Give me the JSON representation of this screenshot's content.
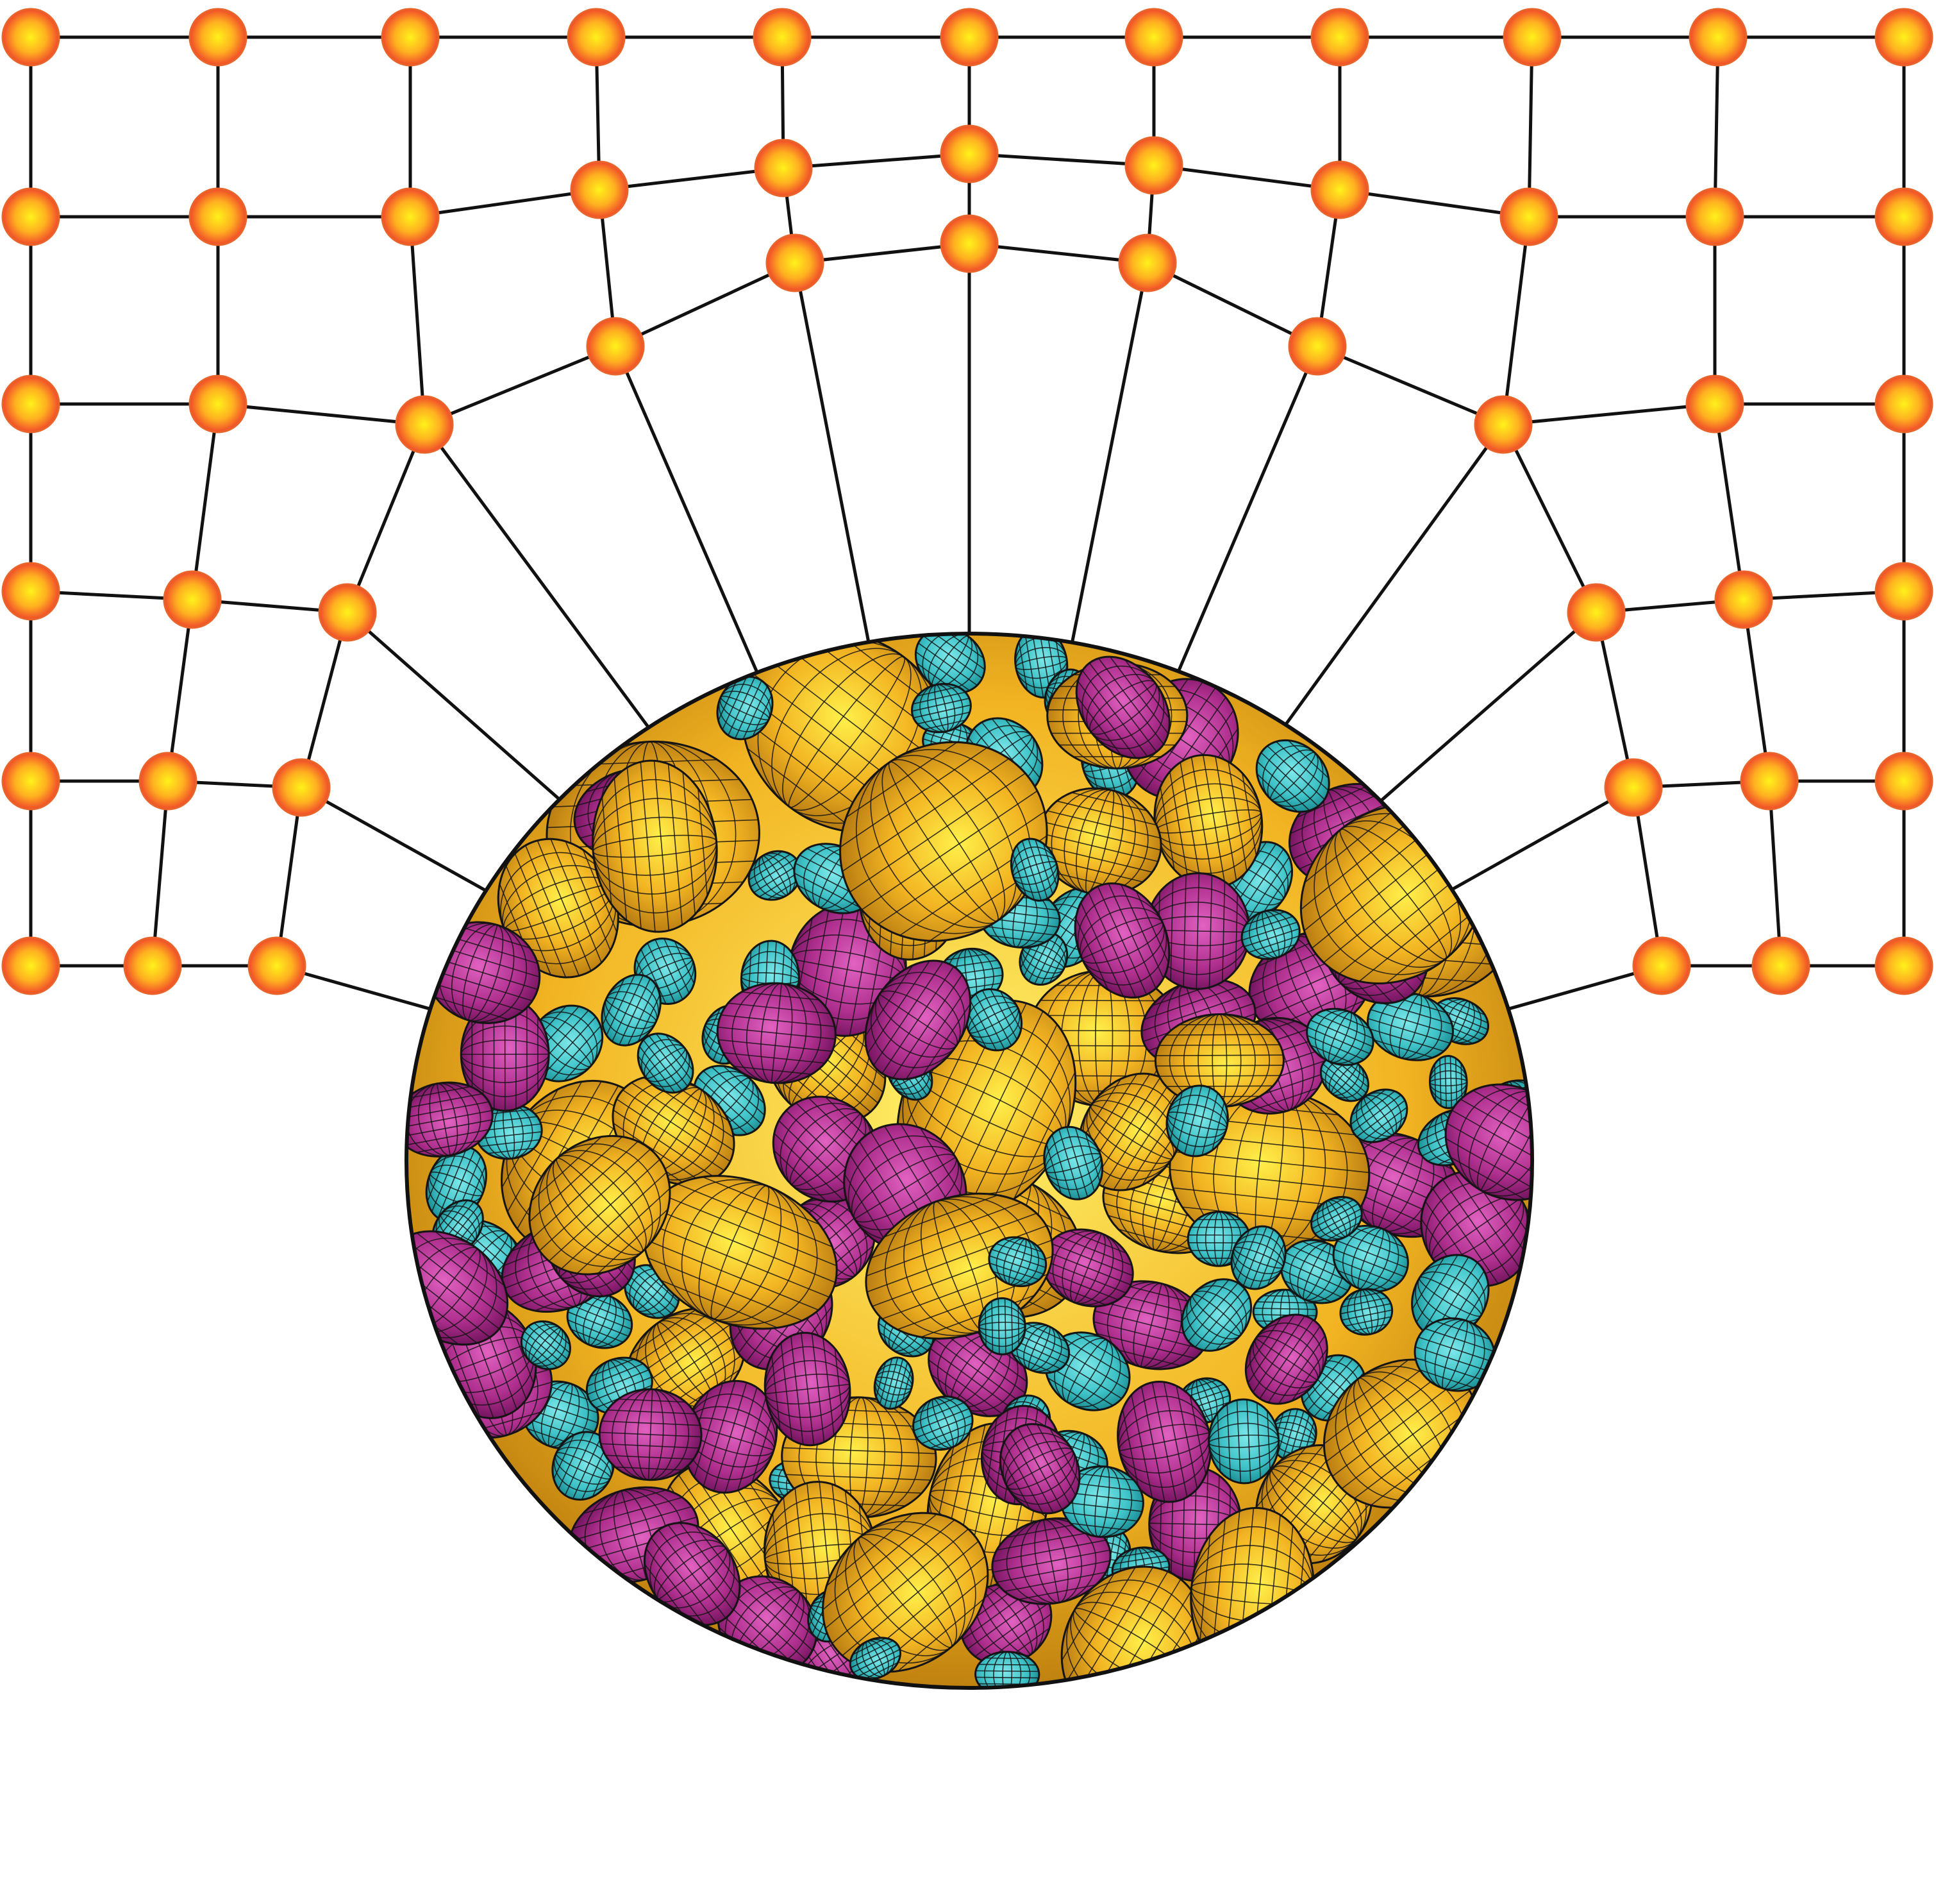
{
  "colors": {
    "background": "#ffffff",
    "bond": "#111111",
    "node_core": "#ffe21a",
    "node_edge": "#f0522a",
    "gold_light": "#ffe23a",
    "gold_dark": "#c98512",
    "magenta_light": "#d64ab0",
    "magenta_dark": "#7a1468",
    "cyan_light": "#59d6d9",
    "cyan_dark": "#1b8e94",
    "mesh_line": "#141414"
  },
  "legend": {
    "node": "lattice-node",
    "gold": "large-ellipsoid",
    "magenta": "medium-ellipsoid",
    "cyan": "small-ellipsoid"
  }
}
